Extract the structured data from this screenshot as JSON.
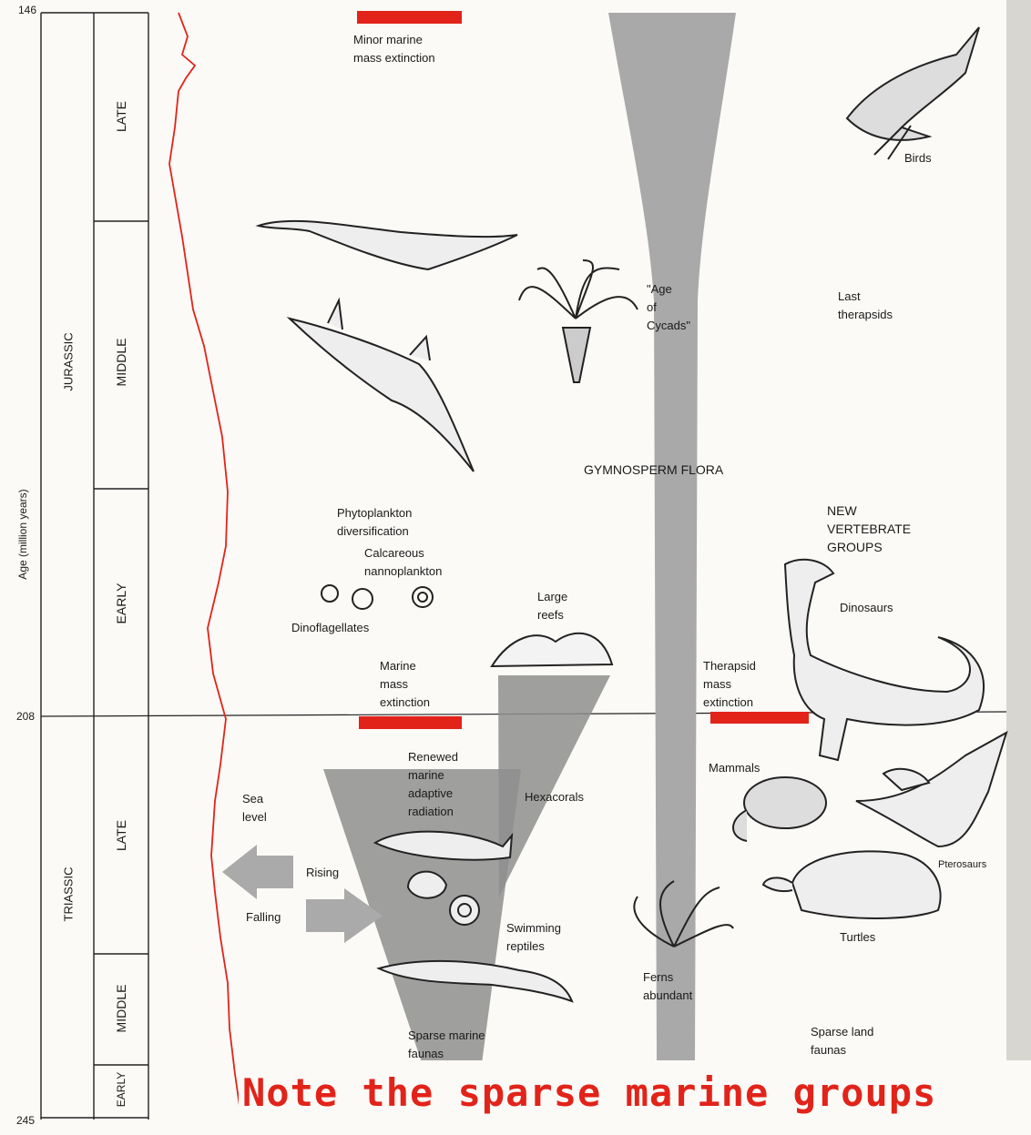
{
  "axis": {
    "title": "Age (million years)",
    "ticks": [
      "146",
      "208",
      "245"
    ]
  },
  "periods": [
    {
      "name": "JURASSIC",
      "epochs": [
        "LATE",
        "MIDDLE",
        "EARLY"
      ]
    },
    {
      "name": "TRIASSIC",
      "epochs": [
        "LATE",
        "MIDDLE",
        "EARLY"
      ]
    }
  ],
  "labels": {
    "minor_extinction": "Minor marine\nmass extinction",
    "age_of_cycads": "\"Age\nof\nCycads\"",
    "gymnosperm_flora": "GYMNOSPERM FLORA",
    "birds": "Birds",
    "last_therapsids": "Last\ntherapsids",
    "phytoplankton": "Phytoplankton\ndiversification",
    "calcareous": "Calcareous\nnannoplankton",
    "dinoflagellates": "Dinoflagellates",
    "large_reefs": "Large\nreefs",
    "new_vertebrate_groups": "NEW\nVERTEBRATE\nGROUPS",
    "dinosaurs": "Dinosaurs",
    "marine_mass_extinction": "Marine\nmass\nextinction",
    "therapsid_mass_extinction": "Therapsid\nmass\nextinction",
    "renewed_marine": "Renewed\nmarine\nadaptive\nradiation",
    "hexacorals": "Hexacorals",
    "mammals": "Mammals",
    "sea_level": "Sea\nlevel",
    "rising": "Rising",
    "falling": "Falling",
    "pterosaurs": "Pterosaurs",
    "swimming_reptiles": "Swimming\nreptiles",
    "turtles": "Turtles",
    "ferns_abundant": "Ferns\nabundant",
    "sparse_marine": "Sparse marine\nfaunas",
    "sparse_land": "Sparse land\nfaunas"
  },
  "note": "Note the sparse marine groups",
  "colors": {
    "extinction_bar": "#e2231a",
    "sea_level_curve": "#e2231a",
    "gymnosperm_band": "#a9a9a9",
    "marine_wedge": "#8e8e8e",
    "arrow": "#aaaaaa",
    "note_text": "#e2231a"
  }
}
